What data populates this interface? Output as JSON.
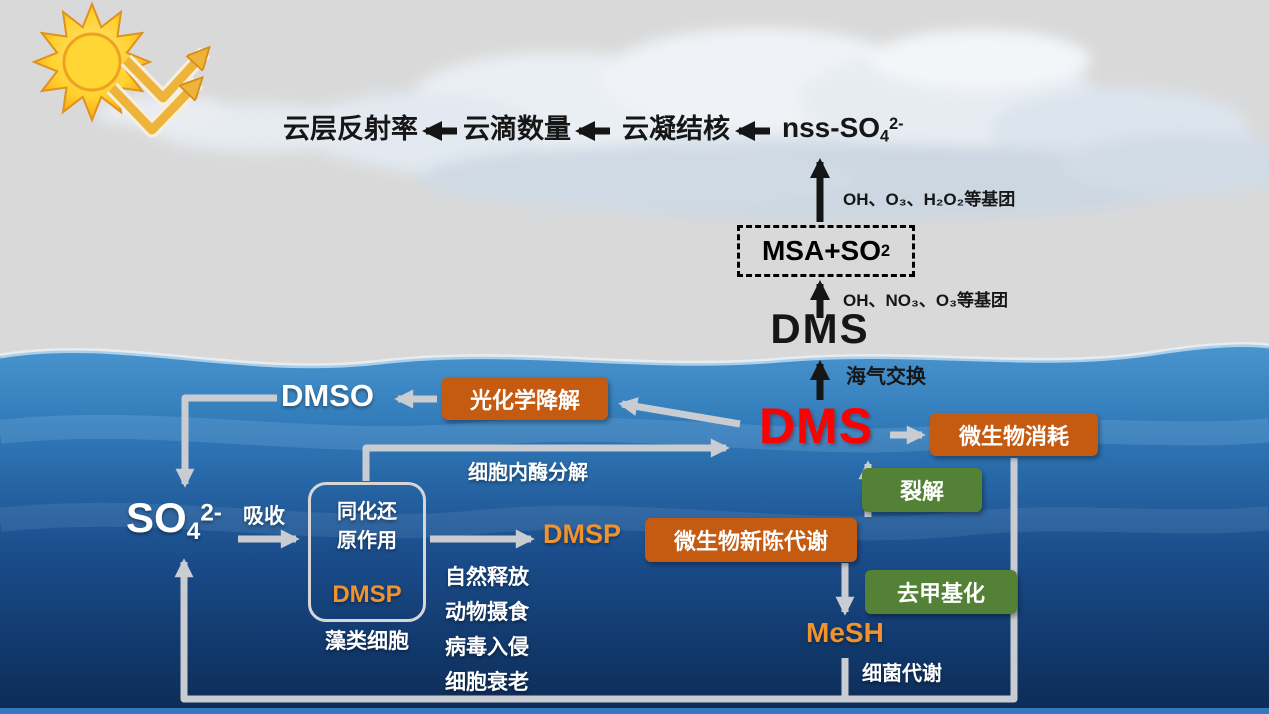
{
  "colors": {
    "sky": "#d9d9d9",
    "ocean_top": "#4b97cf",
    "ocean_bottom": "#0d2c56",
    "orange_box": "#c55a11",
    "green_box": "#538135",
    "dms_red": "#ff0000",
    "orange_text": "#f0922e",
    "arrow_gray": "#c9ccd0",
    "arrow_black": "#151515"
  },
  "atmosphere": {
    "cloud_reflectivity": "云层反射率",
    "droplet_number": "云滴数量",
    "ccn": "云凝结核",
    "nss_so4": {
      "base": "nss-SO",
      "sub": "4",
      "sup": "2-"
    },
    "radicals_upper": "OH、O₃、H₂O₂等基团",
    "msa_so2": {
      "base": "MSA+SO",
      "sub": "2"
    },
    "radicals_lower": "OH、NO₃、O₃等基团",
    "dms": "DMS",
    "sea_air_exchange": "海气交换"
  },
  "ocean": {
    "dms": "DMS",
    "photochemical_degradation": "光化学降解",
    "microbial_consumption": "微生物消耗",
    "dmso": "DMSO",
    "so4": {
      "base": "SO",
      "sub": "4",
      "sup": "2-"
    },
    "absorption": "吸收",
    "assimilation_line1": "同化还",
    "assimilation_line2": "原作用",
    "dmsp_in_cell": "DMSP",
    "algae_cell": "藻类细胞",
    "dmsp_free": "DMSP",
    "enzyme_decomposition": "细胞内酶分解",
    "release_processes": [
      "自然释放",
      "动物摄食",
      "病毒入侵",
      "细胞衰老"
    ],
    "microbial_metabolism": "微生物新陈代谢",
    "lysis": "裂解",
    "demethylation": "去甲基化",
    "mesh": "MeSH",
    "bacterial_metabolism": "细菌代谢"
  }
}
